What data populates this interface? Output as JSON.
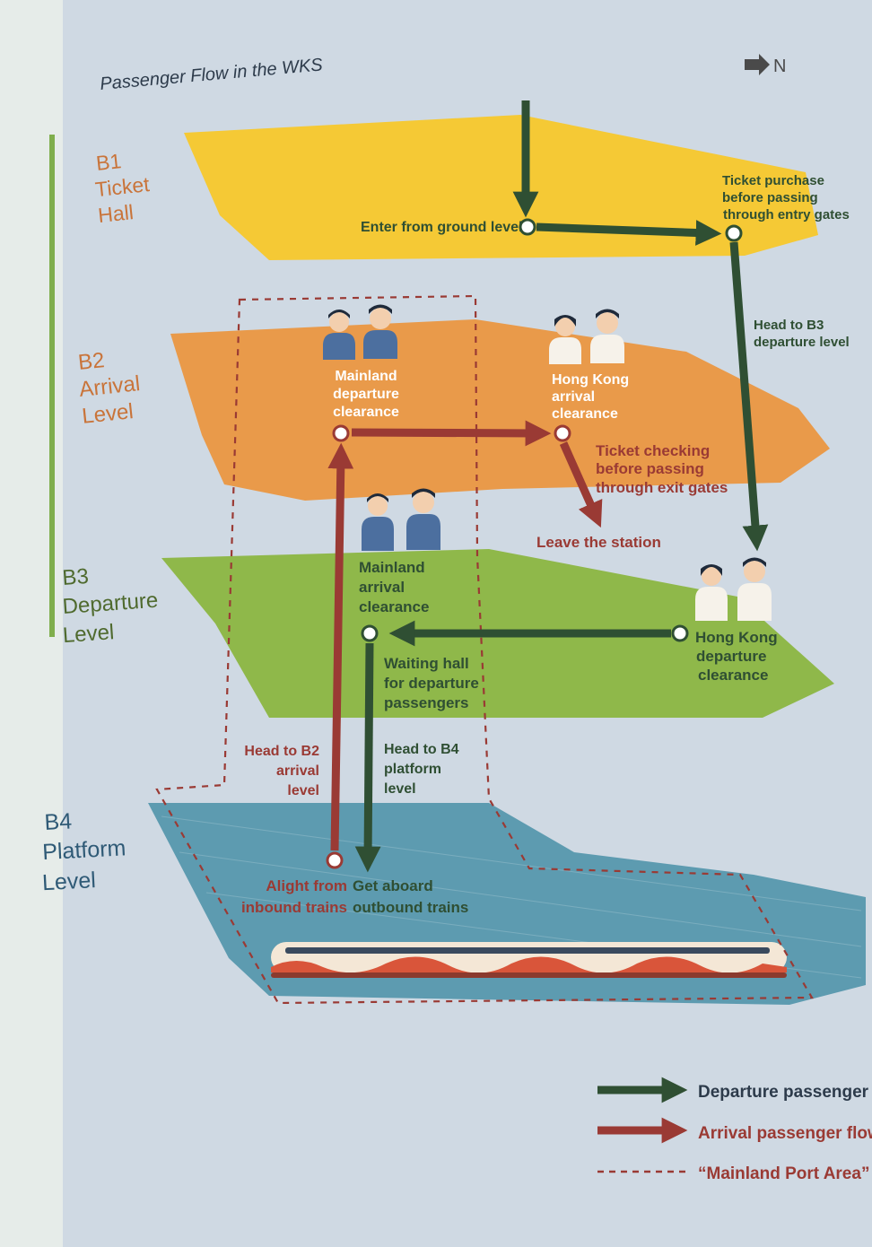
{
  "title": "Passenger Flow in the WKS",
  "north": "N",
  "levels": {
    "b1": [
      "B1",
      "Ticket",
      "Hall"
    ],
    "b2": [
      "B2",
      "Arrival",
      "Level"
    ],
    "b3": [
      "B3",
      "Departure",
      "Level"
    ],
    "b4": [
      "B4",
      "Platform",
      "Level"
    ]
  },
  "labels": {
    "enter": "Enter from ground level",
    "ticket_purchase": [
      "Ticket purchase",
      "before passing",
      "through entry gates"
    ],
    "head_b3": [
      "Head to B3",
      "departure level"
    ],
    "mainland_departure": [
      "Mainland",
      "departure",
      "clearance"
    ],
    "hk_arrival": [
      "Hong Kong",
      "arrival",
      "clearance"
    ],
    "ticket_checking": [
      "Ticket checking",
      "before passing",
      "through exit gates"
    ],
    "leave": "Leave the station",
    "mainland_arrival": [
      "Mainland",
      "arrival",
      "clearance"
    ],
    "hk_departure": [
      "Hong Kong",
      "departure",
      "clearance"
    ],
    "waiting_hall": [
      "Waiting hall",
      "for departure",
      "passengers"
    ],
    "head_b2": [
      "Head to B2",
      "arrival",
      "level"
    ],
    "head_b4": [
      "Head to B4",
      "platform",
      "level"
    ],
    "alight": [
      "Alight from",
      "inbound trains"
    ],
    "aboard": [
      "Get aboard",
      "outbound trains"
    ]
  },
  "legend": {
    "departure": "Departure passenger",
    "arrival": "Arrival passenger flow",
    "port": "“Mainland Port Area”"
  },
  "colors": {
    "background": "#cfd9e3",
    "b1": "#f5c935",
    "b2": "#e99a4a",
    "b3": "#8fb84a",
    "b4": "#5d9bb0",
    "departure": "#2f4f33",
    "arrival": "#9a3a34",
    "level_text": "#c9743a",
    "title": "#2d3b4b"
  }
}
